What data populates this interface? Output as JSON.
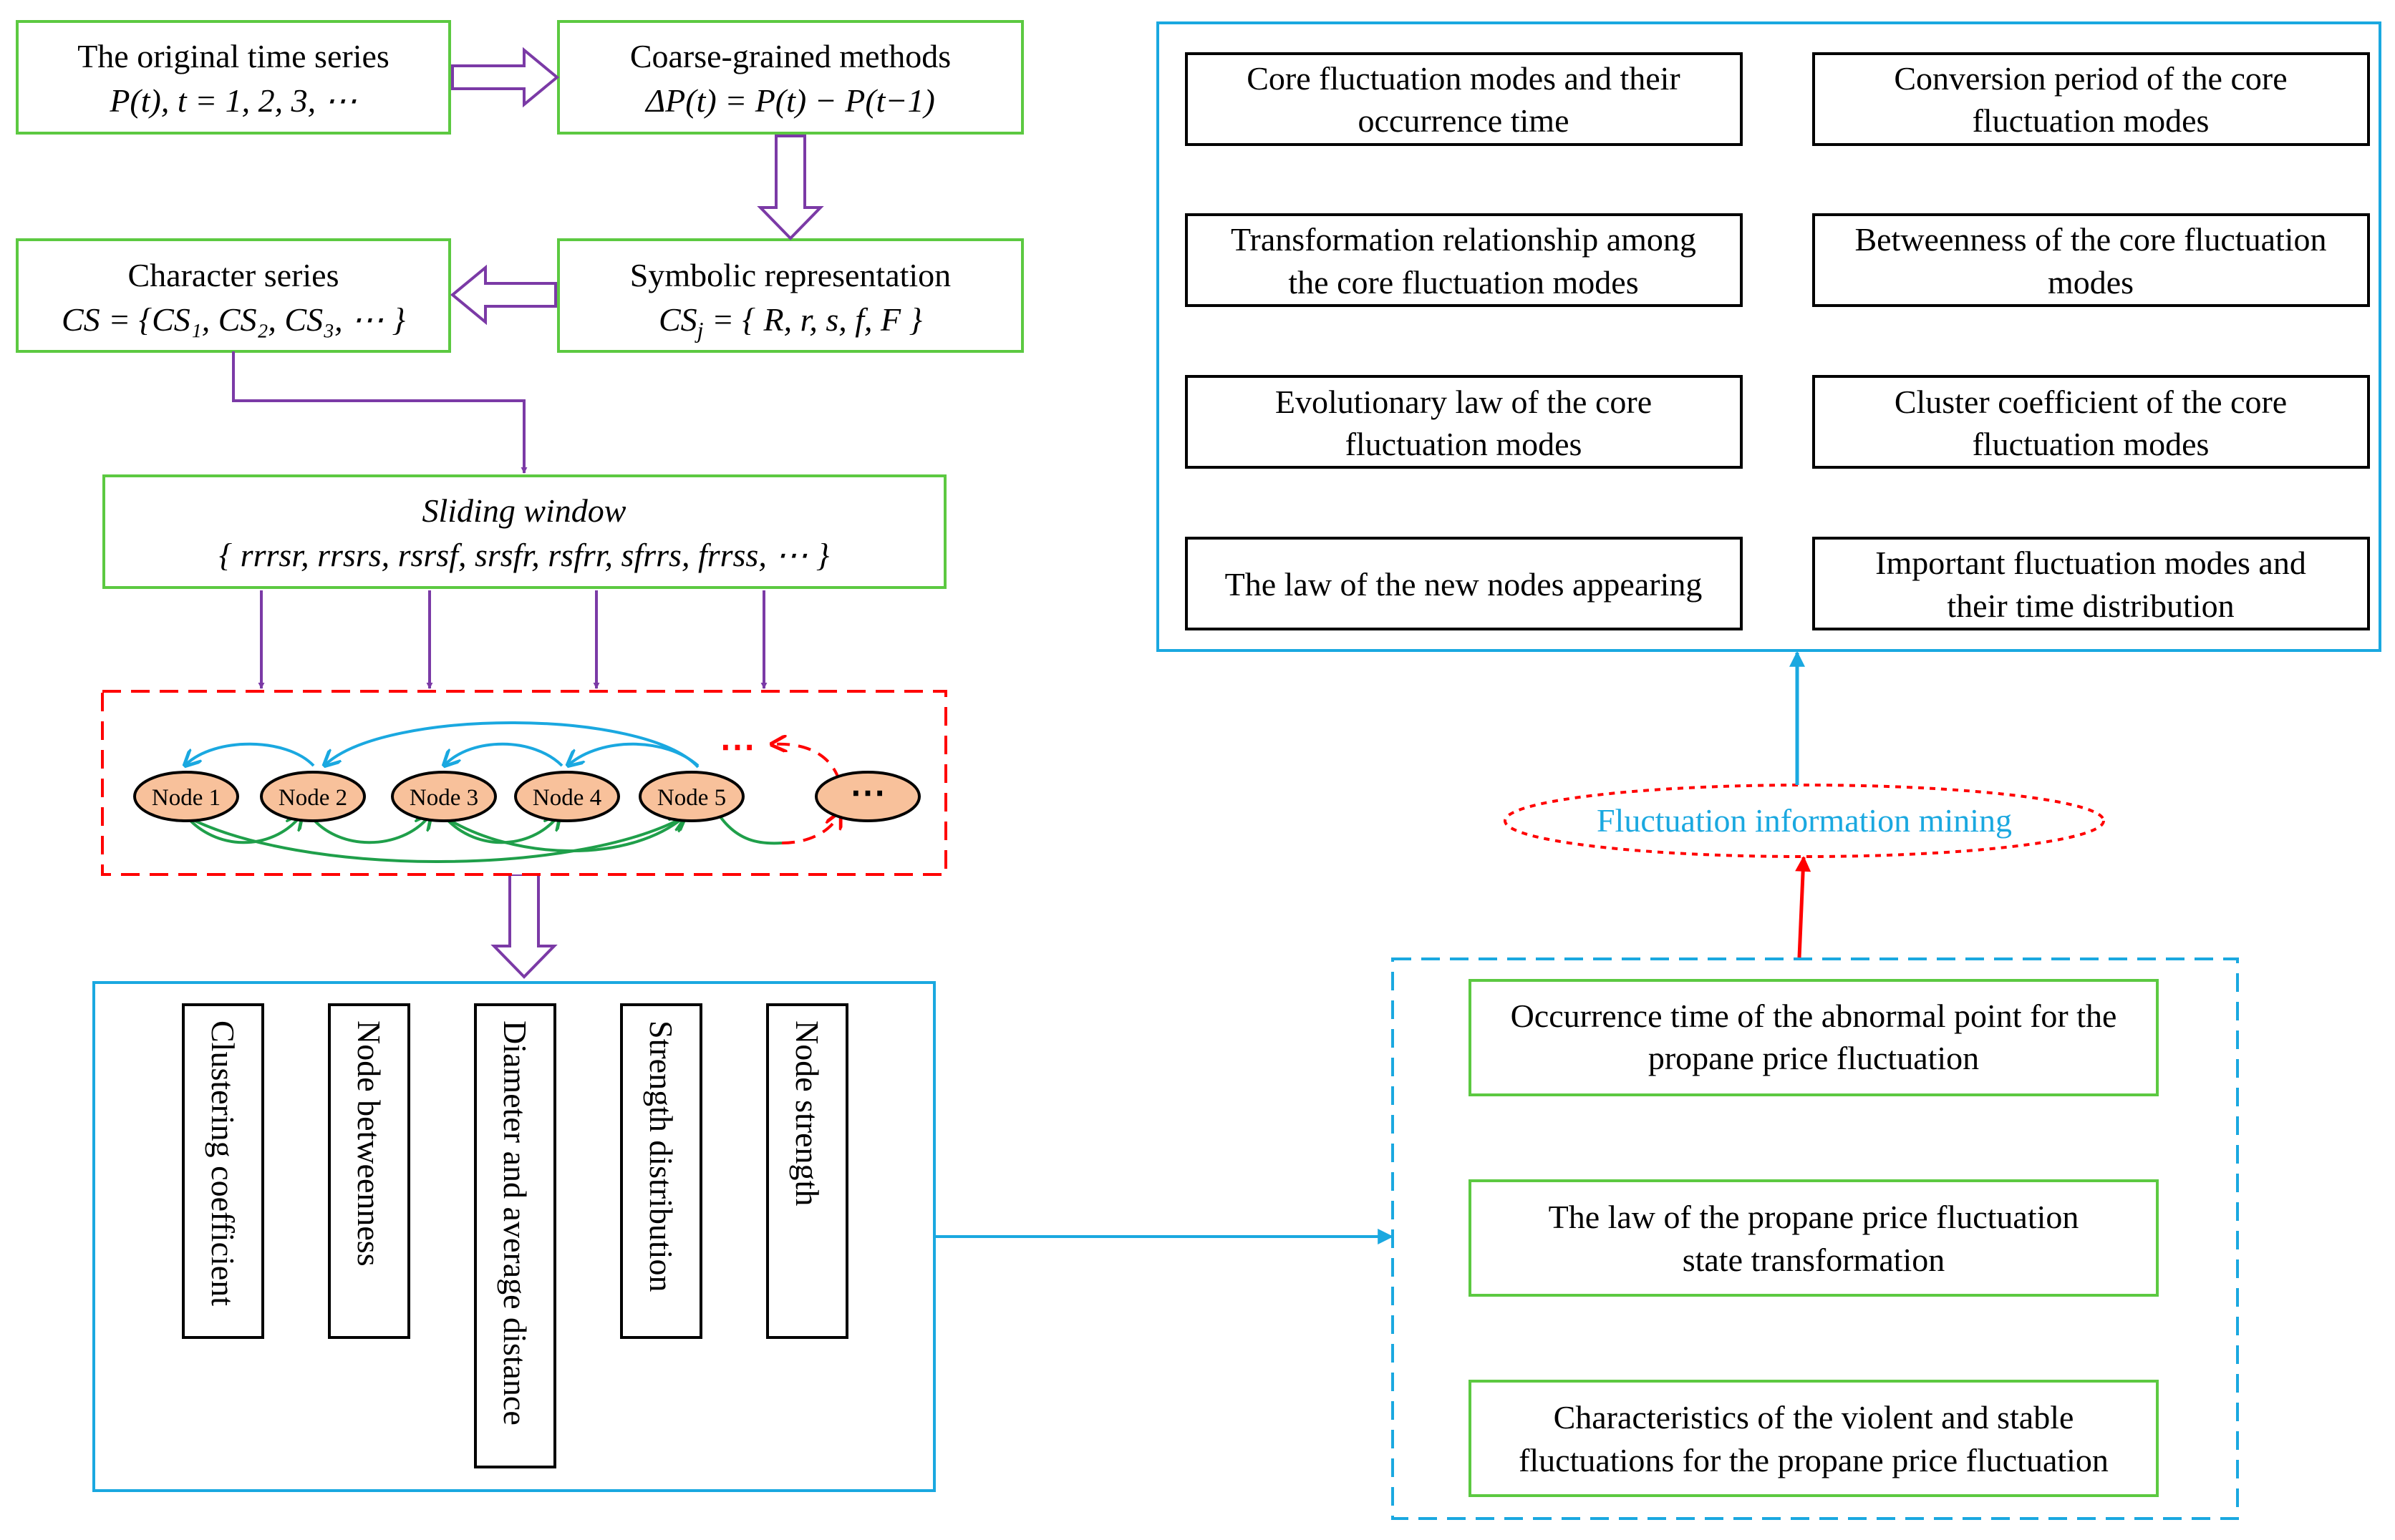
{
  "colors": {
    "green": "#5CC941",
    "purple": "#7B3AA6",
    "blue": "#1AA8E0",
    "red": "#FF0000",
    "node_fill": "#F8C19B",
    "edge_green": "#1F9F4A"
  },
  "pipeline": {
    "original": {
      "line1": "The original time series",
      "line2": "P(t), t = 1, 2, 3,  ⋯"
    },
    "coarse": {
      "line1": "Coarse-grained methods",
      "line2": "ΔP(t) = P(t) −  P(t−1)"
    },
    "symbolic": {
      "line1": "Symbolic representation",
      "line2": "CS",
      "line2_sub": "j",
      "line2_rest": "  = { R, r, s, f, F }"
    },
    "character": {
      "line1": "Character series",
      "line2": "CS = {CS₁, CS₂, CS₃,  ⋯  }"
    },
    "sliding": {
      "line1": "Sliding window",
      "line2": "{ rrrsr,  rrsrs,  rsrsf,  srsfr,  rsfrr, sfrrs, frrss, ⋯  }"
    }
  },
  "network": {
    "nodes": [
      "Node 1",
      "Node 2",
      "Node 3",
      "Node 4",
      "Node 5",
      "⋯"
    ],
    "dots": "⋯"
  },
  "metrics": [
    "Clustering coefficient",
    "Node betweenness",
    "Diameter and average distance",
    "Strength distribution",
    "Node strength"
  ],
  "analysis": [
    {
      "line1": "Occurrence time of the abnormal point for the",
      "line2": "propane  price fluctuation"
    },
    {
      "line1": "The law of  the propane  price fluctuation",
      "line2": "state transformation"
    },
    {
      "line1": "Characteristics of the violent and stable",
      "line2": "fluctuations for the propane  price fluctuation"
    }
  ],
  "mining": {
    "label": "Fluctuation information mining"
  },
  "results": [
    {
      "line1": "Core fluctuation modes and their",
      "line2": "occurrence time"
    },
    {
      "line1": "Conversion period of the core",
      "line2": "fluctuation modes"
    },
    {
      "line1": "Transformation relationship among",
      "line2": "the core  fluctuation modes"
    },
    {
      "line1": "Betweenness of the core  fluctuation",
      "line2": "modes"
    },
    {
      "line1": "Evolutionary law of  the core",
      "line2": "fluctuation modes"
    },
    {
      "line1": "Cluster coefficient of the core",
      "line2": "fluctuation modes"
    },
    {
      "line1": "The law of the new nodes appearing",
      "line2": ""
    },
    {
      "line1": "Important fluctuation modes and",
      "line2": "their time distribution"
    }
  ]
}
